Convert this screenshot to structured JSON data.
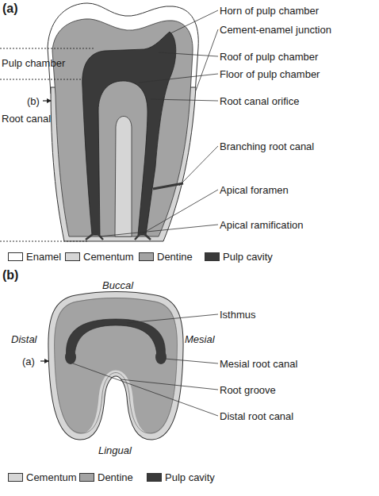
{
  "diagram": {
    "labels": [
      "(a)",
      "Horn of pulp chamber",
      "Cement-enamel junction",
      "Pulp chamber",
      "Roof of pulp chamber",
      "Floor of pulp chamber",
      "(b)",
      "Root canal orifice",
      "Root canal",
      "Branching root canal",
      "Apical foramen",
      "Apical ramification",
      "(b)",
      "Buccal",
      "Isthmus",
      "Distal",
      "Mesial",
      "(a)",
      "Mesial root canal",
      "Root groove",
      "Distal root canal",
      "Lingual"
    ],
    "legend": [
      {
        "text": "Enamel",
        "color": "#ffffff"
      },
      {
        "text": "Cementum",
        "color": "#d6d6d6"
      },
      {
        "text": "Dentine",
        "color": "#a3a3a3"
      },
      {
        "text": "Pulp cavity",
        "color": "#3a3a3a"
      },
      {
        "text": "Cementum",
        "color": "#d6d6d6"
      },
      {
        "text": "Dentine",
        "color": "#a3a3a3"
      },
      {
        "text": "Pulp cavity",
        "color": "#3a3a3a"
      }
    ]
  }
}
